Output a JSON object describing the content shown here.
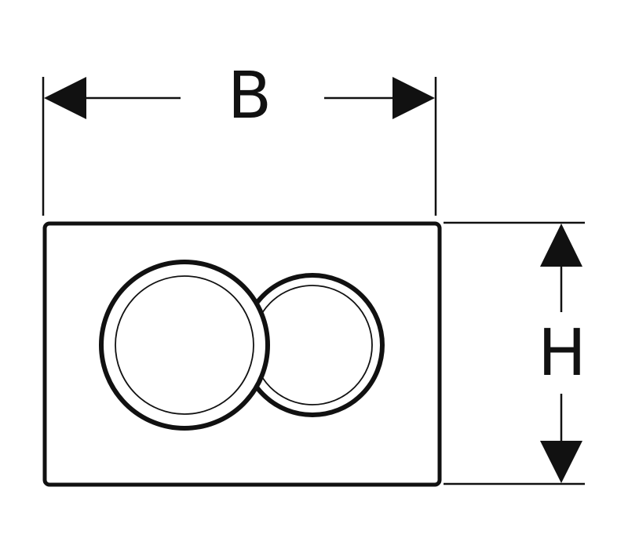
{
  "diagram": {
    "width_label": "B",
    "height_label": "H"
  },
  "colors": {
    "line": "#111111",
    "background": "#ffffff"
  },
  "icons": {
    "arrowhead": "filled-triangle"
  }
}
